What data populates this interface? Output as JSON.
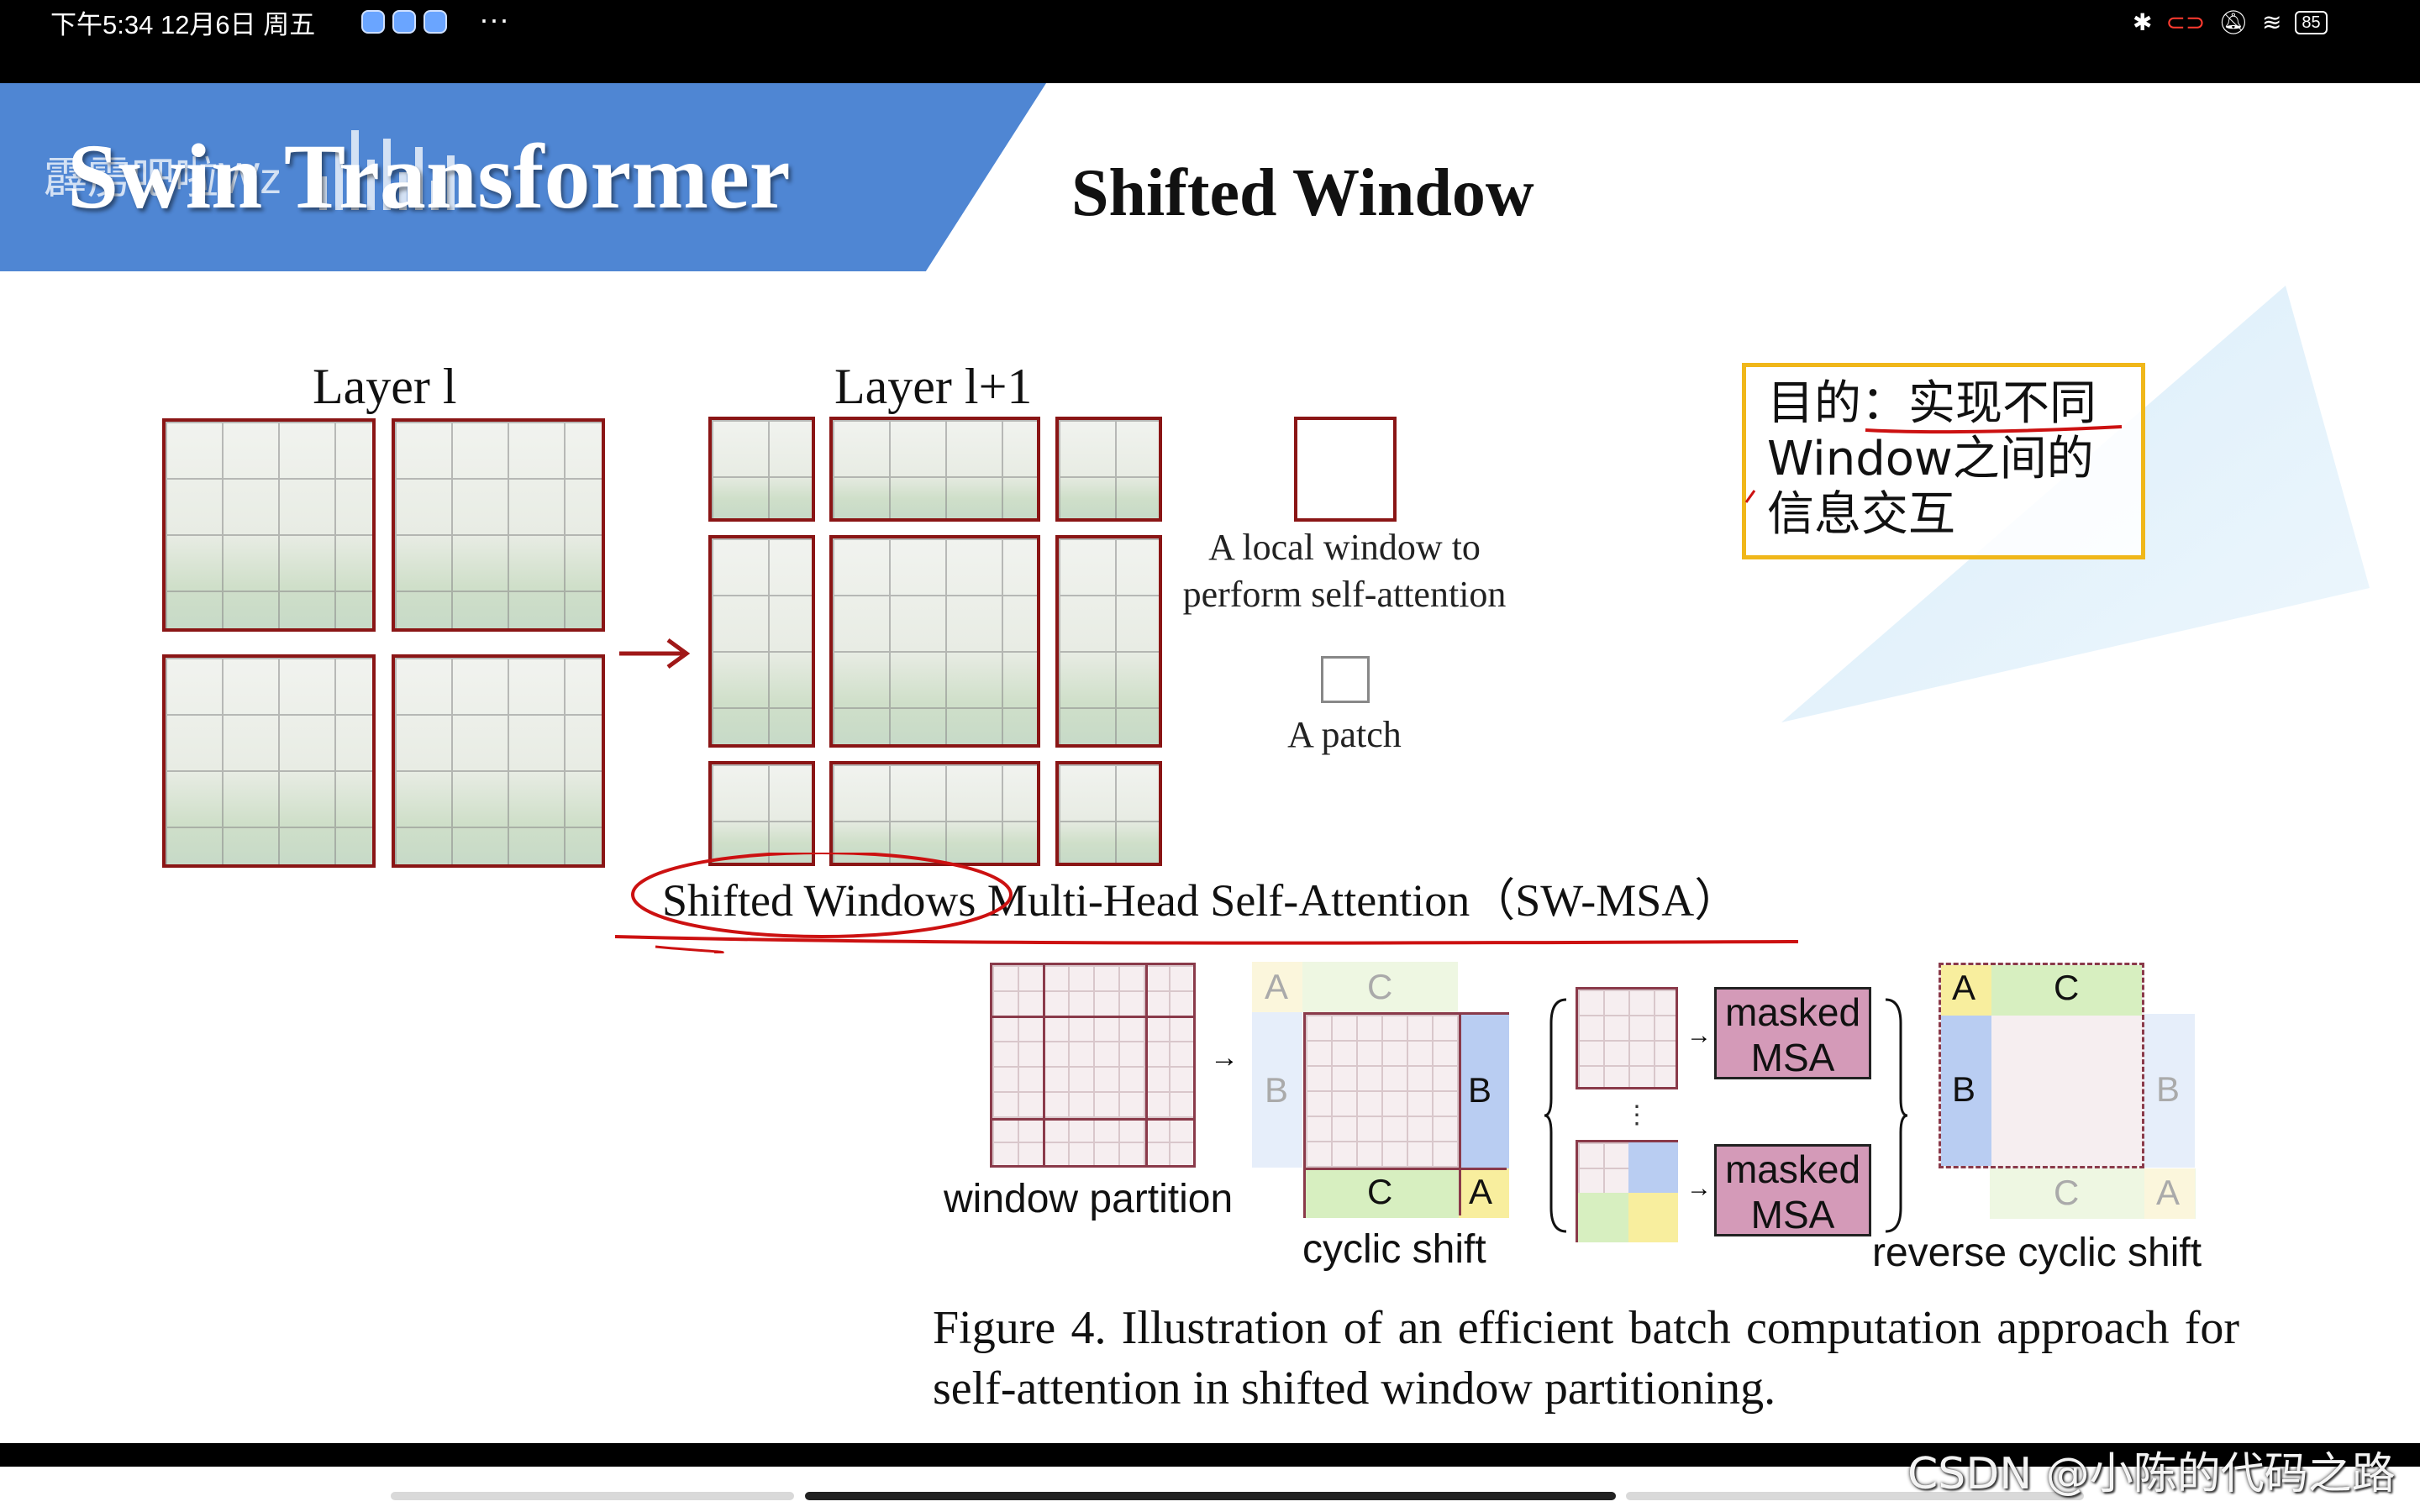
{
  "status_bar": {
    "time": "下午5:34 12月6日 周五",
    "more": "···",
    "battery": "85"
  },
  "banner": {
    "title": "Swin Transformer",
    "watermark": "霹雳吧啦Wz"
  },
  "slide": {
    "title": "Shifted Window",
    "layer_l": "Layer l",
    "layer_l1": "Layer l+1",
    "legend_window": "A local window to perform self-attention",
    "legend_patch": "A patch",
    "purpose_label": "目的：",
    "purpose_text": "实现不同Window之间的信息交互",
    "swmsa_circled": "Shifted Windows",
    "swmsa_rest": " Multi-Head Self-Attention（SW-MSA）"
  },
  "figure": {
    "window_partition": "window partition",
    "cyclic_shift": "cyclic shift",
    "reverse_cyclic_shift": "reverse cyclic shift",
    "masked_msa": [
      "masked",
      "MSA"
    ],
    "letters": {
      "a": "A",
      "b": "B",
      "c": "C"
    },
    "ellipsis": "⋮",
    "caption": "Figure 4. Illustration of an efficient batch computation approach for self-attention in shifted window partitioning."
  },
  "watermark_footer": "CSDN @小陈的代码之路",
  "colors": {
    "banner": "#4f86d3",
    "window_border": "#8a1515",
    "annotation_red": "#cc1111",
    "purpose_border": "#f0b71a",
    "masked_msa": "#d49ab8"
  }
}
